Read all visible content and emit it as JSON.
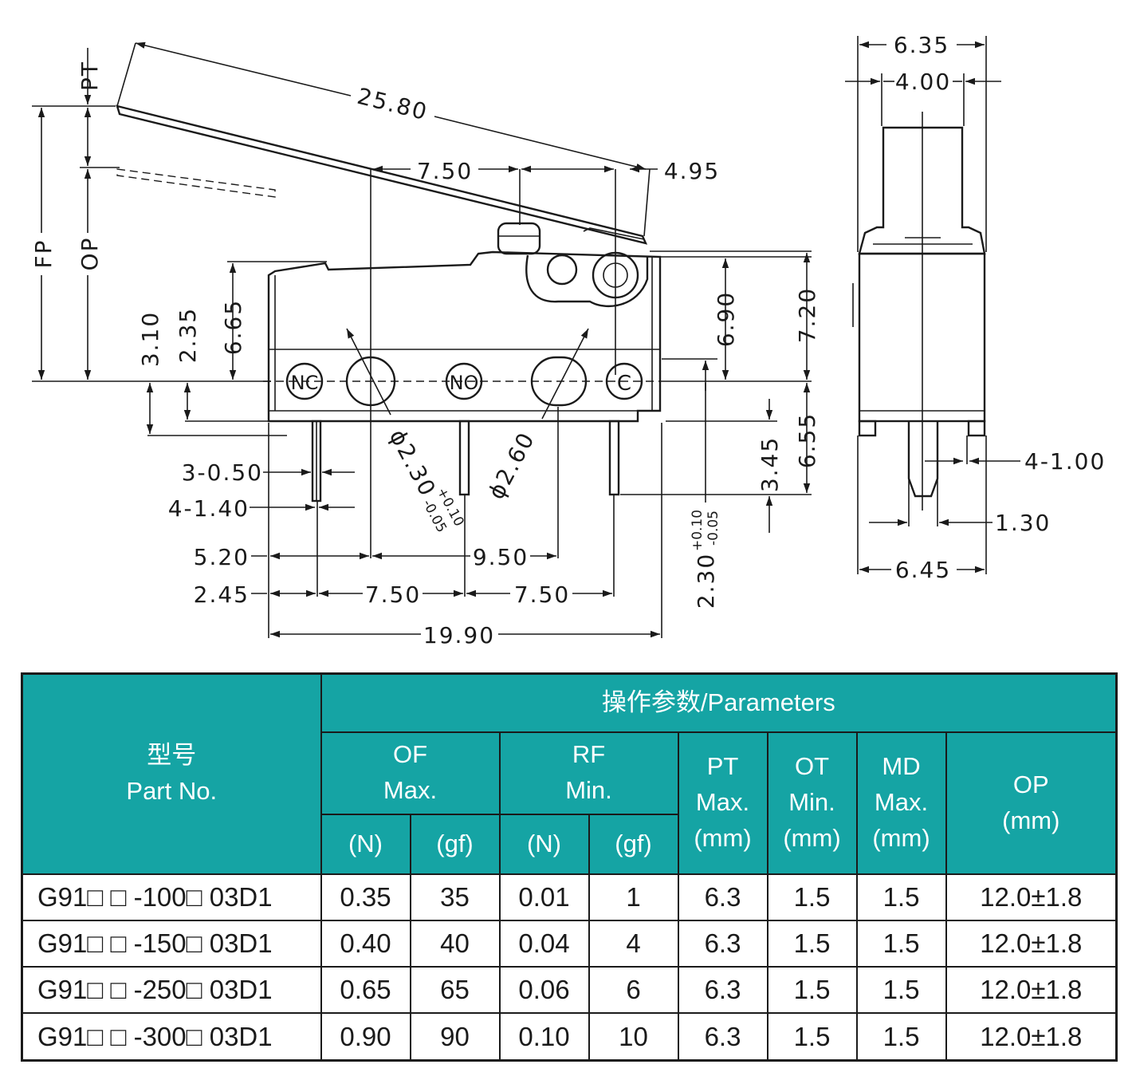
{
  "drawing": {
    "dims": {
      "lever_length": "25.80",
      "pt_label": "PT",
      "fp_label": "FP",
      "op_label": "OP",
      "d750_top": "7.50",
      "d495": "4.95",
      "d310": "3.10",
      "d235": "2.35",
      "d665": "6.65",
      "d690": "6.90",
      "d720": "7.20",
      "term_width": "3-0.50",
      "term_thick": "4-1.40",
      "hole1": "ϕ2.30",
      "hole1_tol_plus": "+0.10",
      "hole1_tol_minus": "-0.05",
      "hole2": "ϕ2.60",
      "d520": "5.20",
      "d950": "9.50",
      "d245": "2.45",
      "d750a": "7.50",
      "d750b": "7.50",
      "d1990": "19.90",
      "d230": "2.30",
      "d230_tol_plus": "+0.10",
      "d230_tol_minus": "-0.05",
      "d345": "3.45",
      "d655": "6.55",
      "label_nc": "NC",
      "label_no": "NO",
      "label_c": "C"
    },
    "side": {
      "d635": "6.35",
      "d400": "4.00",
      "d4100": "4-1.00",
      "d130": "1.30",
      "d645": "6.45"
    }
  },
  "table": {
    "group_header": "操作参数/Parameters",
    "part_no_cn": "型号",
    "part_no_en": "Part No.",
    "of_line1": "OF",
    "of_line2": "Max.",
    "rf_line1": "RF",
    "rf_line2": "Min.",
    "pt_line1": "PT",
    "pt_line2": "Max.",
    "pt_line3": "(mm)",
    "ot_line1": "OT",
    "ot_line2": "Min.",
    "ot_line3": "(mm)",
    "md_line1": "MD",
    "md_line2": "Max.",
    "md_line3": "(mm)",
    "op_line1": "OP",
    "op_line2": "(mm)",
    "unit_n1": "(N)",
    "unit_gf1": "(gf)",
    "unit_n2": "(N)",
    "unit_gf2": "(gf)",
    "rows": [
      {
        "part": "G91□ □ -100□ 03D1",
        "of_n": "0.35",
        "of_gf": "35",
        "rf_n": "0.01",
        "rf_gf": "1",
        "pt": "6.3",
        "ot": "1.5",
        "md": "1.5",
        "op": "12.0±1.8"
      },
      {
        "part": "G91□ □ -150□ 03D1",
        "of_n": "0.40",
        "of_gf": "40",
        "rf_n": "0.04",
        "rf_gf": "4",
        "pt": "6.3",
        "ot": "1.5",
        "md": "1.5",
        "op": "12.0±1.8"
      },
      {
        "part": "G91□ □ -250□ 03D1",
        "of_n": "0.65",
        "of_gf": "65",
        "rf_n": "0.06",
        "rf_gf": "6",
        "pt": "6.3",
        "ot": "1.5",
        "md": "1.5",
        "op": "12.0±1.8"
      },
      {
        "part": "G91□ □ -300□ 03D1",
        "of_n": "0.90",
        "of_gf": "90",
        "rf_n": "0.10",
        "rf_gf": "10",
        "pt": "6.3",
        "ot": "1.5",
        "md": "1.5",
        "op": "12.0±1.8"
      }
    ]
  }
}
